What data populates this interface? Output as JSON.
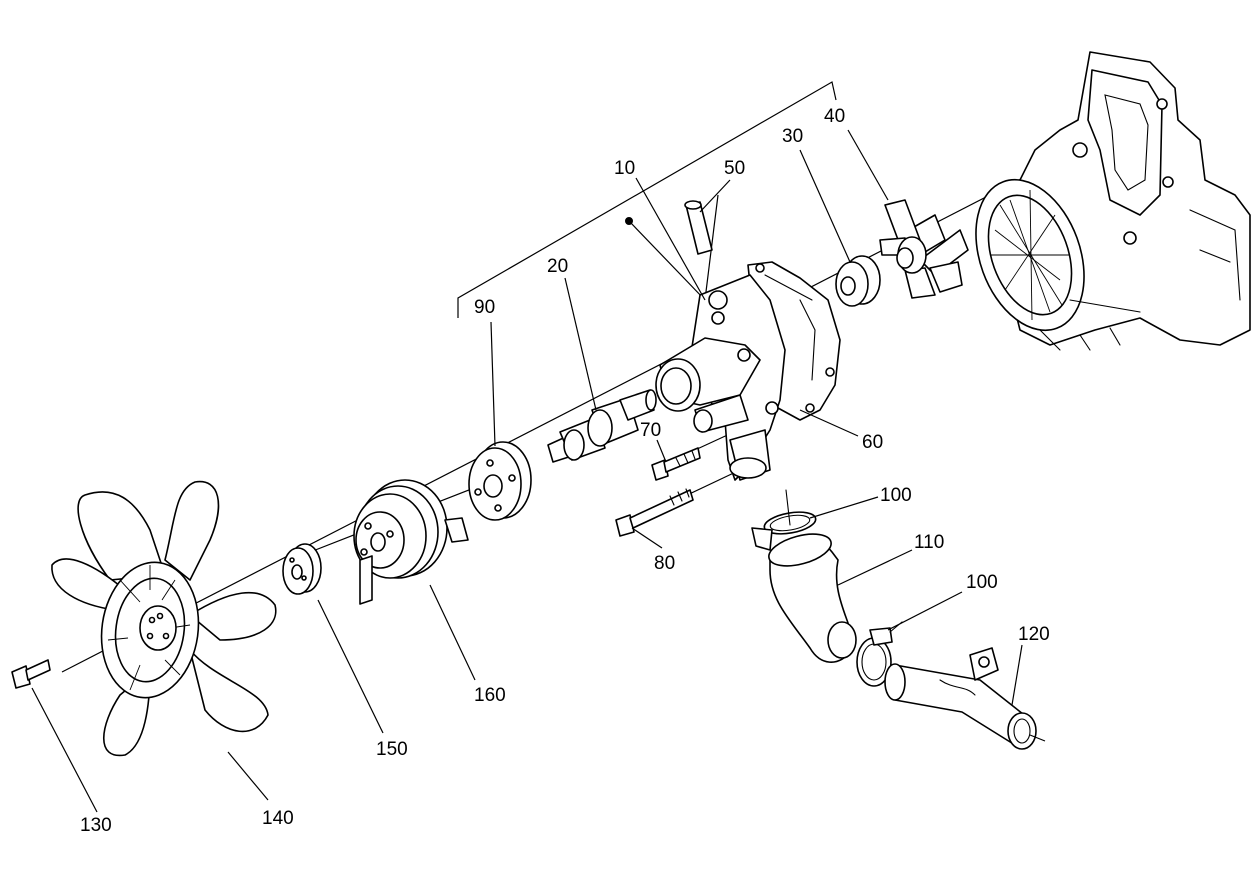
{
  "diagram": {
    "callouts": [
      {
        "id": "c10",
        "label": "10"
      },
      {
        "id": "c20",
        "label": "20"
      },
      {
        "id": "c30",
        "label": "30"
      },
      {
        "id": "c40",
        "label": "40"
      },
      {
        "id": "c50",
        "label": "50"
      },
      {
        "id": "c60",
        "label": "60"
      },
      {
        "id": "c70",
        "label": "70"
      },
      {
        "id": "c80",
        "label": "80"
      },
      {
        "id": "c90",
        "label": "90"
      },
      {
        "id": "c100a",
        "label": "100"
      },
      {
        "id": "c100b",
        "label": "100"
      },
      {
        "id": "c110",
        "label": "110"
      },
      {
        "id": "c120",
        "label": "120"
      },
      {
        "id": "c130",
        "label": "130"
      },
      {
        "id": "c140",
        "label": "140"
      },
      {
        "id": "c150",
        "label": "150"
      },
      {
        "id": "c160",
        "label": "160"
      }
    ]
  }
}
